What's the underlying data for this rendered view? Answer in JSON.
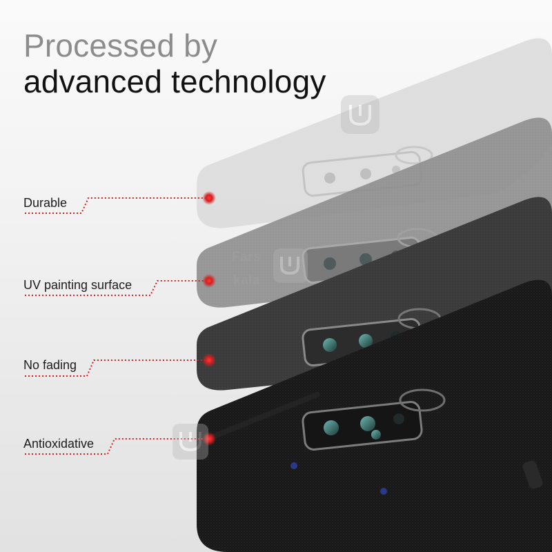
{
  "headline": {
    "line1": "Processed by",
    "line2": "advanced technology"
  },
  "features": [
    {
      "label": "Durable"
    },
    {
      "label": "UV painting surface"
    },
    {
      "label": "No fading"
    },
    {
      "label": "Antioxidative"
    }
  ],
  "watermark": {
    "line1": "Fars",
    "line2": "kala",
    "icon": "farskala-logo-icon"
  },
  "colors": {
    "accent_dot": "#d61f1f",
    "case_black": "#1a1a1a",
    "headline_gray": "#8c8c8c"
  }
}
